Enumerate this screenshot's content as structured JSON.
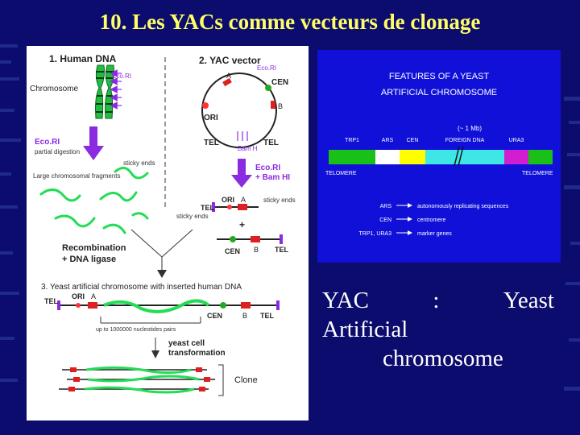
{
  "slide": {
    "title": "10. Les YACs comme vecteurs de clonage"
  },
  "left_diagram": {
    "step1_label": "1. Human DNA",
    "step2_label": "2. YAC vector",
    "step3_label": "3. Yeast artificial chromosome with inserted human DNA",
    "chromosome_label": "Chromosome",
    "ecori_label": "Eco.RI",
    "ecori_partial_label": "Eco.RI",
    "partial_digestion_label": "partial digestion",
    "sticky_ends_label": "sticky ends",
    "large_fragments_label": "Large chromosomal fragments",
    "ecori_bamhi_line1": "Eco.RI",
    "ecori_bamhi_line2": "+ Bam HI",
    "vector_ecori_label": "Eco.RI",
    "vector_a_label": "A",
    "vector_b_label": "B",
    "vector_cen_label": "CEN",
    "vector_ori_label": "ORI",
    "vector_tel_left": "TEL",
    "vector_tel_right": "TEL",
    "vector_bamh_label": "Bam H",
    "arm_tel_label": "TEL",
    "arm_ori_label": "ORI",
    "arm_a_label": "A",
    "arm_sticky_right": "sticky ends",
    "arm_sticky_left": "sticky ends",
    "plus_label": "+",
    "arm2_cen_label": "CEN",
    "arm2_b_label": "B",
    "arm2_tel_label": "TEL",
    "recombination_line1": "Recombination",
    "recombination_line2": "+ DNA ligase",
    "yac_tel_left": "TEL",
    "yac_ori": "ORI",
    "yac_a": "A",
    "yac_cen": "CEN",
    "yac_b": "B",
    "yac_tel_right": "TEL",
    "insert_size_label": "up to 1000000 nucleotides pairs",
    "transformation_line1": "yeast cell",
    "transformation_line2": "transformation",
    "clone_label": "Clone"
  },
  "right_diagram": {
    "title_line1": "FEATURES OF A YEAST",
    "title_line2": "ARTIFICIAL CHROMOSOME",
    "size_label": "(~ 1 Mb)",
    "segments": [
      {
        "label": "TRP1",
        "color": "#18c018"
      },
      {
        "label": "ARS",
        "color": "#ffffff"
      },
      {
        "label": "CEN",
        "color": "#ffff00"
      },
      {
        "label": "FOREIGN DNA",
        "color": "#3ee6e6"
      },
      {
        "label": "URA3",
        "color": "#d21ed2"
      },
      {
        "label": "",
        "color": "#18c018"
      }
    ],
    "telomere_left": "TELOMERE",
    "telomere_right": "TELOMERE",
    "legend": [
      {
        "term": "ARS",
        "meaning": "autonomously replicating sequences"
      },
      {
        "term": "CEN",
        "meaning": "centromere"
      },
      {
        "term": "TRP1, URA3",
        "meaning": "marker genes"
      }
    ]
  },
  "caption": {
    "line1_a": "YAC",
    "line1_b": ":",
    "line1_c": "Yeast",
    "line2": "Artificial",
    "line3": "chromosome"
  },
  "colors": {
    "background": "#0c0c6e",
    "title": "#ffff66",
    "dna_green": "#22dd55",
    "arrow_purple": "#8a2be2",
    "gene_red": "#e02020",
    "panel_right_bg": "#1010d8"
  }
}
